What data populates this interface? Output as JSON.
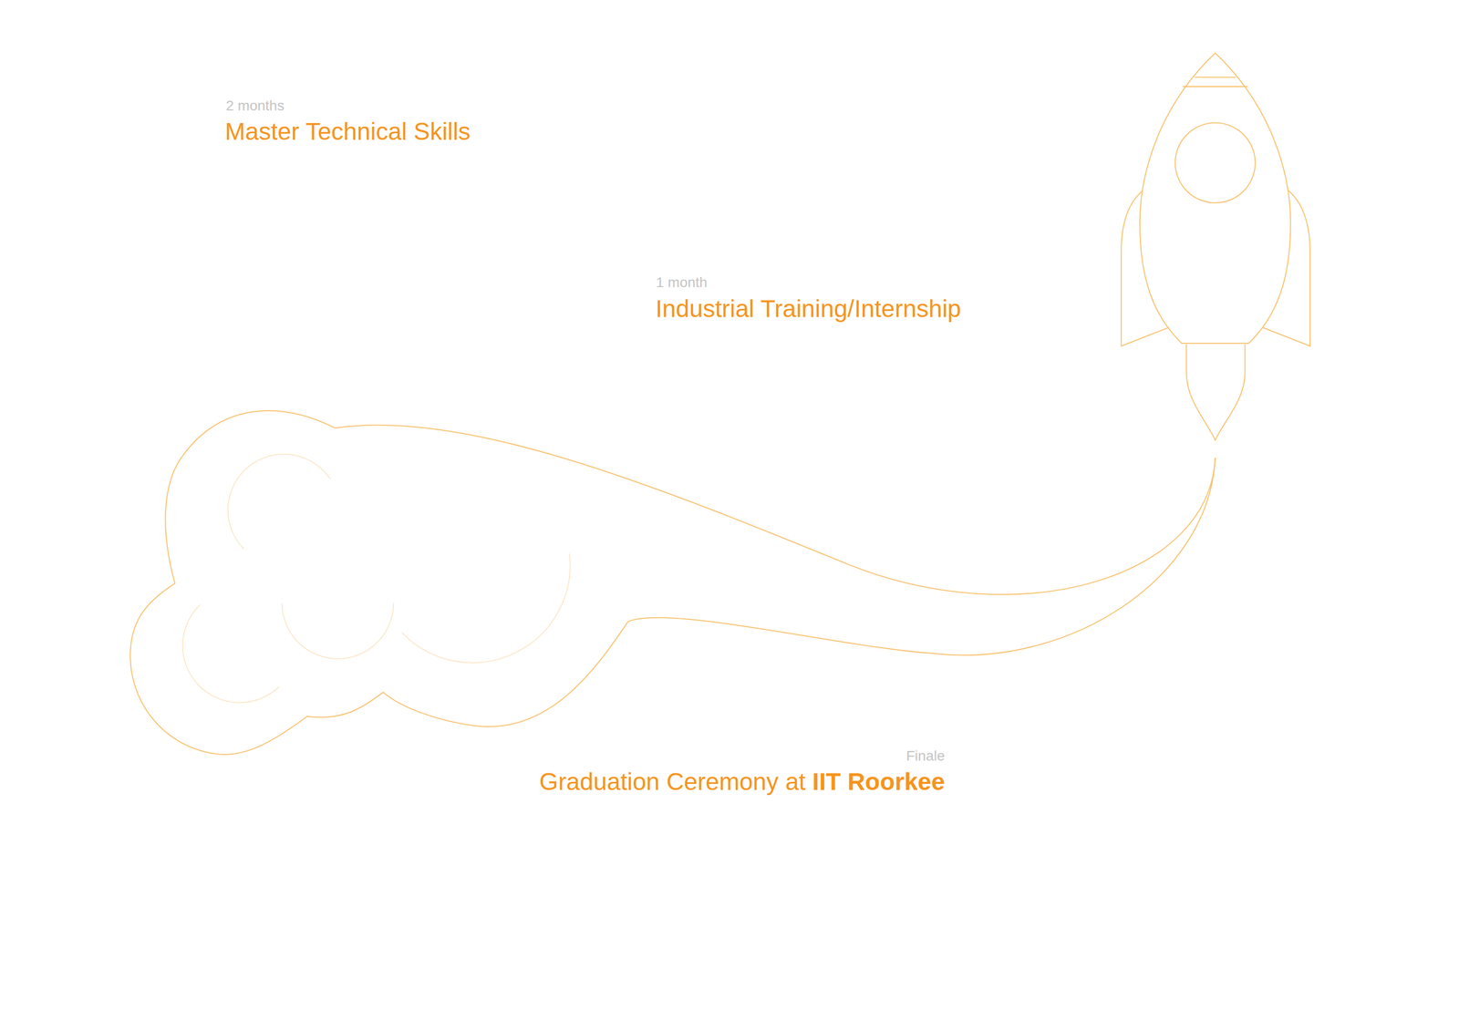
{
  "diagram": {
    "labels": [
      "2 months",
      "Master Technical Skills",
      "1 month",
      "Industrial Training/Internship",
      "Finale",
      "Graduation Ceremony at",
      "IIT Roorkee"
    ]
  }
}
